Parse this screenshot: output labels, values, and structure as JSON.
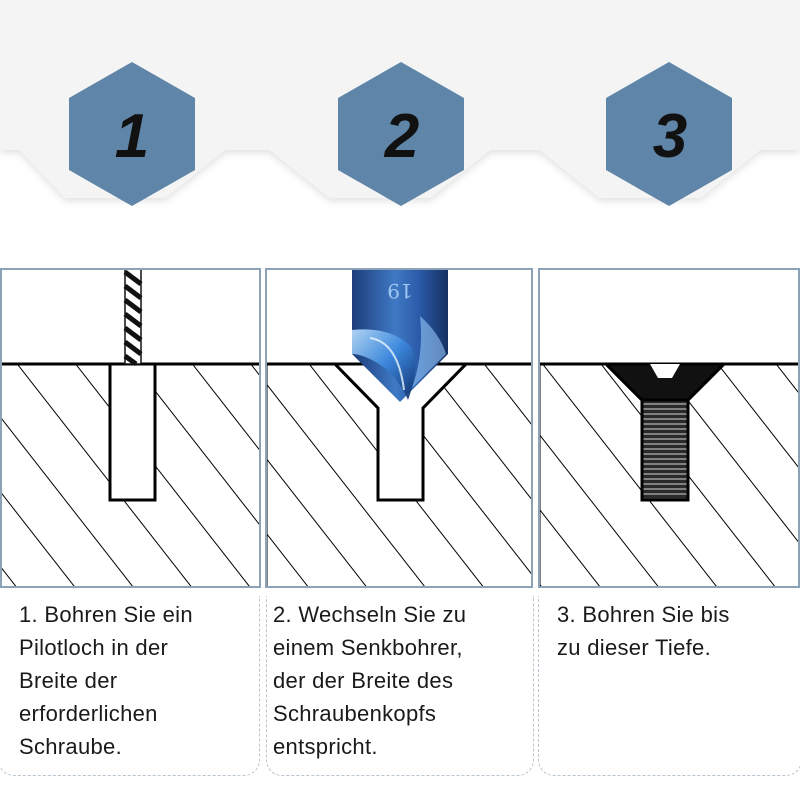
{
  "steps": [
    {
      "number": "1",
      "caption": "1. Bohren Sie ein\n   Pilotloch in der\n   Breite der\n   erforderlichen\n   Schraube."
    },
    {
      "number": "2",
      "caption": "2. Wechseln Sie zu\n    einem Senkbohrer,\n    der der Breite des\n    Schraubenkopfs\n    entspricht."
    },
    {
      "number": "3",
      "caption": "3. Bohren Sie bis\n    zu dieser Tiefe."
    }
  ],
  "drill_bit_label": "19",
  "colors": {
    "hexagon": "#5f85a8",
    "header_band": "#f4f4f4",
    "panel_border": "#8da2b6",
    "hatch": "#000000"
  }
}
